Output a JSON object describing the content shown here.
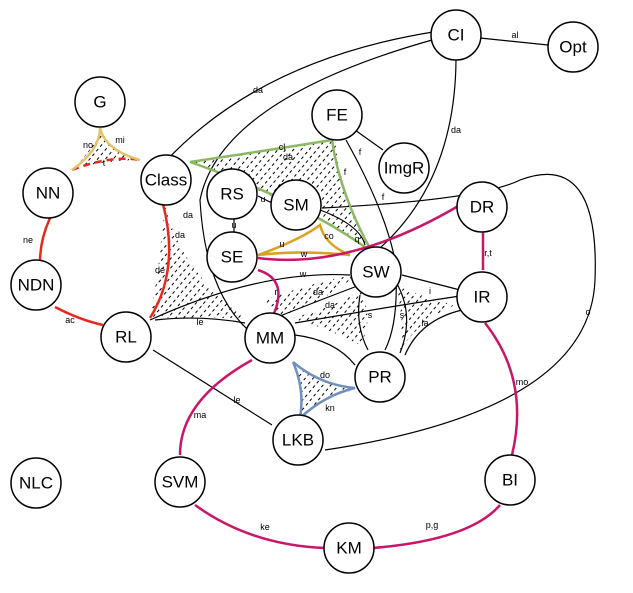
{
  "colors": {
    "red": "#e8281e",
    "magenta": "#c8166a",
    "green": "#8bb860",
    "gold": "#d9a21f",
    "lightgold": "#e2c46a",
    "blue": "#7090c0",
    "black": "#000000"
  },
  "nodes": [
    {
      "id": "CI",
      "label": "CI"
    },
    {
      "id": "Opt",
      "label": "Opt"
    },
    {
      "id": "G",
      "label": "G"
    },
    {
      "id": "FE",
      "label": "FE"
    },
    {
      "id": "ImgR",
      "label": "ImgR"
    },
    {
      "id": "NN",
      "label": "NN"
    },
    {
      "id": "Class",
      "label": "Class"
    },
    {
      "id": "RS",
      "label": "RS"
    },
    {
      "id": "SM",
      "label": "SM"
    },
    {
      "id": "DR",
      "label": "DR"
    },
    {
      "id": "NDN",
      "label": "NDN"
    },
    {
      "id": "SE",
      "label": "SE"
    },
    {
      "id": "SW",
      "label": "SW"
    },
    {
      "id": "IR",
      "label": "IR"
    },
    {
      "id": "RL",
      "label": "RL"
    },
    {
      "id": "MM",
      "label": "MM"
    },
    {
      "id": "PR",
      "label": "PR"
    },
    {
      "id": "LKB",
      "label": "LKB"
    },
    {
      "id": "NLC",
      "label": "NLC"
    },
    {
      "id": "SVM",
      "label": "SVM"
    },
    {
      "id": "BI",
      "label": "BI"
    },
    {
      "id": "KM",
      "label": "KM"
    }
  ],
  "edge_labels": [
    {
      "id": "al",
      "text": "al"
    },
    {
      "id": "da1",
      "text": "da"
    },
    {
      "id": "da2",
      "text": "da"
    },
    {
      "id": "no",
      "text": "no"
    },
    {
      "id": "mi",
      "text": "mi"
    },
    {
      "id": "t",
      "text": "t"
    },
    {
      "id": "cl",
      "text": "cl"
    },
    {
      "id": "da3",
      "text": "da"
    },
    {
      "id": "f1",
      "text": "f"
    },
    {
      "id": "f2",
      "text": "f"
    },
    {
      "id": "f3",
      "text": "f"
    },
    {
      "id": "ne",
      "text": "ne"
    },
    {
      "id": "u1",
      "text": "u"
    },
    {
      "id": "u2",
      "text": "u"
    },
    {
      "id": "da4",
      "text": "da"
    },
    {
      "id": "da5",
      "text": "da"
    },
    {
      "id": "u3",
      "text": "u"
    },
    {
      "id": "co",
      "text": "co"
    },
    {
      "id": "q",
      "text": "q"
    },
    {
      "id": "w1",
      "text": "w"
    },
    {
      "id": "de",
      "text": "de"
    },
    {
      "id": "rt",
      "text": "r,t"
    },
    {
      "id": "w2",
      "text": "w"
    },
    {
      "id": "r",
      "text": "r"
    },
    {
      "id": "da6",
      "text": "da"
    },
    {
      "id": "da7",
      "text": "da"
    },
    {
      "id": "i",
      "text": "i"
    },
    {
      "id": "o",
      "text": "o"
    },
    {
      "id": "ac",
      "text": "ac"
    },
    {
      "id": "le1",
      "text": "le"
    },
    {
      "id": "s1",
      "text": "s"
    },
    {
      "id": "s2",
      "text": "s"
    },
    {
      "id": "la",
      "text": "la"
    },
    {
      "id": "mo",
      "text": "mo"
    },
    {
      "id": "do",
      "text": "do"
    },
    {
      "id": "ma",
      "text": "ma"
    },
    {
      "id": "le2",
      "text": "le"
    },
    {
      "id": "kn",
      "text": "kn"
    },
    {
      "id": "ke",
      "text": "ke"
    },
    {
      "id": "pg",
      "text": "p,g"
    }
  ]
}
